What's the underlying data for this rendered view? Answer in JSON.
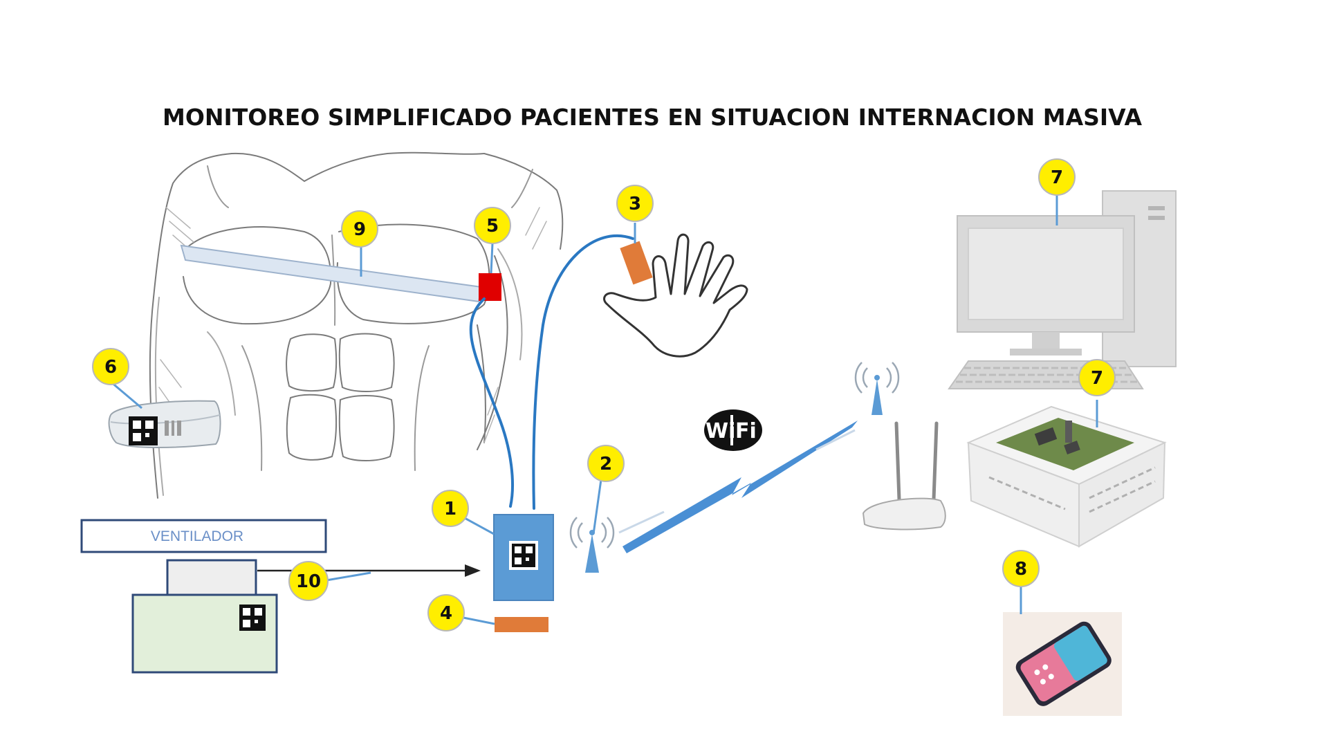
{
  "title": "MONITOREO SIMPLIFICADO PACIENTES EN SITUACION INTERNACION MASIVA",
  "ventilator": {
    "label": "VENTILADOR"
  },
  "wifi": {
    "left": "Wi",
    "right": "Fi"
  },
  "callouts": [
    {
      "id": "c1",
      "number": "1"
    },
    {
      "id": "c2",
      "number": "2"
    },
    {
      "id": "c3",
      "number": "3"
    },
    {
      "id": "c4",
      "number": "4"
    },
    {
      "id": "c5",
      "number": "5"
    },
    {
      "id": "c6",
      "number": "6"
    },
    {
      "id": "c7a",
      "number": "7"
    },
    {
      "id": "c7b",
      "number": "7"
    },
    {
      "id": "c8",
      "number": "8"
    },
    {
      "id": "c9",
      "number": "9"
    },
    {
      "id": "c10",
      "number": "10"
    }
  ],
  "colors": {
    "callout_fill": "#ffee00",
    "device_blue": "#5b9bd5",
    "sensor_orange": "#e07b39",
    "sensor_red": "#e00000",
    "cable_blue": "#2a78c2",
    "wifi_link": "#4a8fd4",
    "monitor_grey": "#d9d9d9",
    "ventilator_body": "#e2efda"
  }
}
